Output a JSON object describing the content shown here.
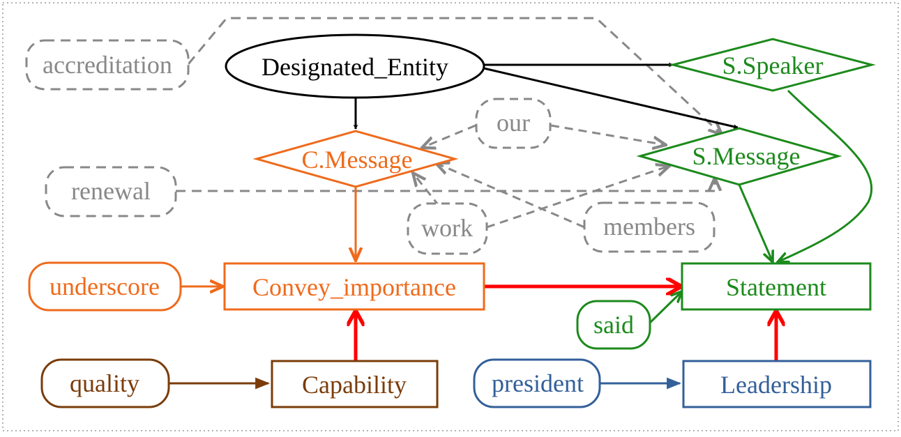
{
  "colors": {
    "black": "#000000",
    "gray": "#888888",
    "orange": "#ef6a1b",
    "green": "#1c8a1c",
    "brown": "#7a3c0a",
    "blue": "#335f9a",
    "red": "#ff0000",
    "frame": "#999999"
  },
  "nodes": {
    "accreditation": "accreditation",
    "designated_entity": "Designated_Entity",
    "s_speaker": "S.Speaker",
    "our": "our",
    "c_message": "C.Message",
    "s_message": "S.Message",
    "renewal": "renewal",
    "work": "work",
    "members": "members",
    "underscore": "underscore",
    "convey_importance": "Convey_importance",
    "statement": "Statement",
    "said": "said",
    "quality": "quality",
    "capability": "Capability",
    "president": "president",
    "leadership": "Leadership"
  }
}
